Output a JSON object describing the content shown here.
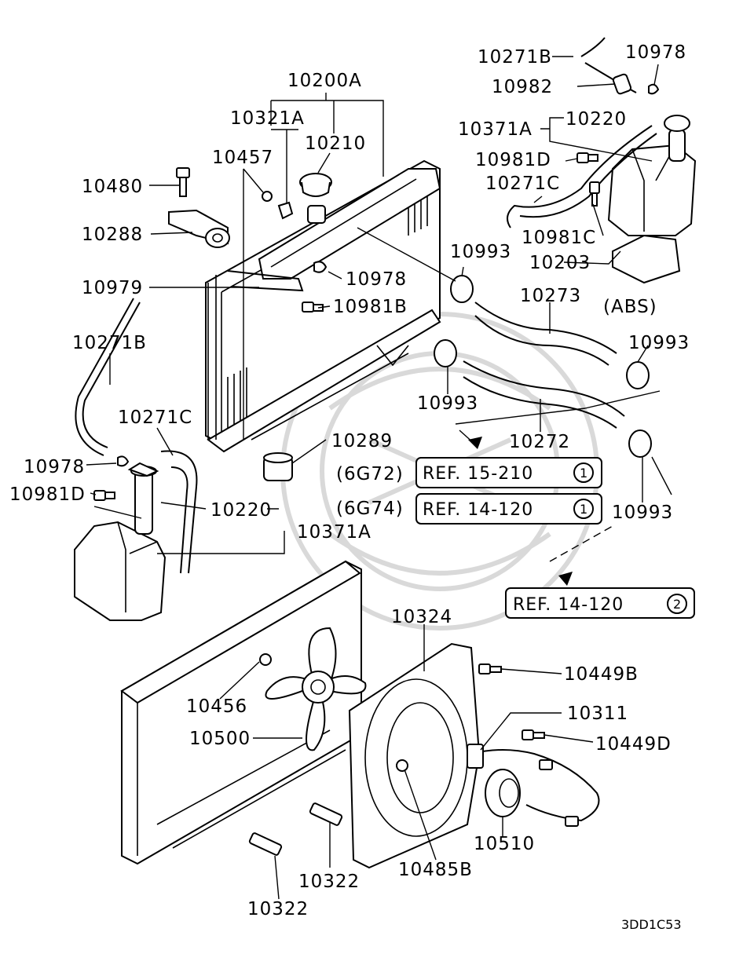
{
  "diagram": {
    "labels": {
      "p10200A": "10200A",
      "p10321A": "10321A",
      "p10210": "10210",
      "p10457": "10457",
      "p10480": "10480",
      "p10288": "10288",
      "p10979": "10979",
      "p10978_a": "10978",
      "p10981B": "10981B",
      "p10271B_a": "10271B",
      "p10271C_a": "10271C",
      "p10978_b": "10978",
      "p10981D_a": "10981D",
      "p10289": "10289",
      "p10220_a": "10220",
      "p10371A_a": "10371A",
      "p10271B_b": "10271B",
      "p10978_c": "10978",
      "p10982": "10982",
      "p10371A_b": "10371A",
      "p10220_b": "10220",
      "p10981D_b": "10981D",
      "p10271C_b": "10271C",
      "p10981C": "10981C",
      "p10203": "10203",
      "abs": "(ABS)",
      "p10993_a": "10993",
      "p10273": "10273",
      "p10993_b": "10993",
      "p10993_c": "10993",
      "p10272": "10272",
      "p10993_d": "10993",
      "engine_6g72": "(6G72)",
      "engine_6g74": "(6G74)",
      "p10324": "10324",
      "p10449B": "10449B",
      "p10311": "10311",
      "p10449D": "10449D",
      "p10456": "10456",
      "p10500": "10500",
      "p10510": "10510",
      "p10485B": "10485B",
      "p10322_a": "10322",
      "p10322_b": "10322",
      "diagram_code": "3DD1C53"
    },
    "refs": [
      {
        "text": "REF. 15-210",
        "circle": "1"
      },
      {
        "text": "REF. 14-120",
        "circle": "1"
      },
      {
        "text": "REF. 14-120",
        "circle": "2"
      }
    ]
  }
}
